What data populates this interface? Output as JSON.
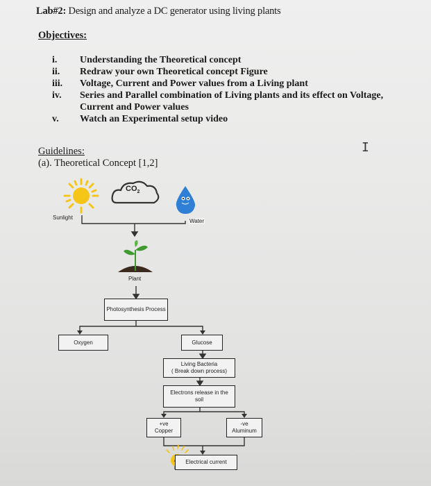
{
  "header": {
    "lab_prefix": "Lab#2:",
    "lab_title": " Design and analyze a DC generator using living plants"
  },
  "objectives": {
    "heading": "Objectives:",
    "items": [
      {
        "num": "i.",
        "text": "Understanding the Theoretical concept"
      },
      {
        "num": "ii.",
        "text": "Redraw your own Theoretical concept Figure"
      },
      {
        "num": "iii.",
        "text": "Voltage, Current and Power values from a Living plant"
      },
      {
        "num": "iv.",
        "text": "Series and Parallel combination of Living plants and its effect on Voltage,"
      },
      {
        "num": "",
        "text": "Current and Power values"
      },
      {
        "num": "v.",
        "text": "Watch an Experimental setup video"
      }
    ]
  },
  "guidelines": {
    "heading": "Guidelines:",
    "subheading": "(a). Theoretical Concept [1,2]"
  },
  "diagram": {
    "sunlight": "Sunlight",
    "co2": "CO",
    "co2_sub": "2",
    "water": "Water",
    "plant": "Plant",
    "photosynthesis": "Photosynthesis Process",
    "oxygen": "Oxygen",
    "glucose": "Glucose",
    "bacteria_line1": "Living Bacteria",
    "bacteria_line2": "( Break down process)",
    "electrons_line1": "Electrons release in the",
    "electrons_line2": "soil",
    "pos_line1": "+ve",
    "pos_line2": "Copper",
    "neg_line1": "-ve",
    "neg_line2": "Aluminum",
    "current": "Electrical current"
  },
  "colors": {
    "sun": "#f5c518",
    "water_drop": "#2f7fd6",
    "leaf": "#3f9a2f",
    "soil": "#3b2a1e"
  }
}
